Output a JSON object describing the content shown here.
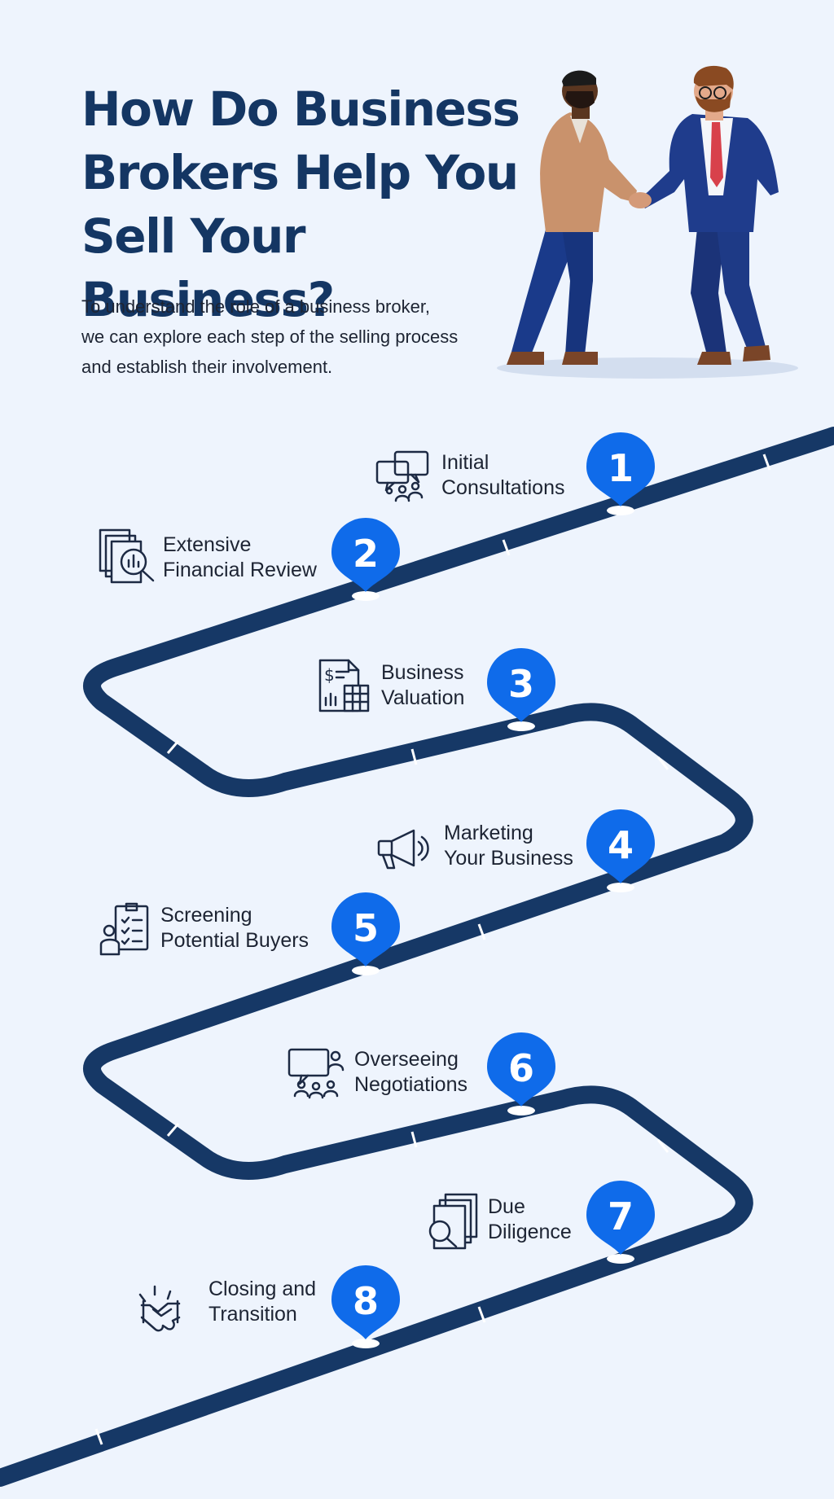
{
  "header": {
    "title_lines": [
      "How Do Business",
      "Brokers Help You",
      "Sell Your Business?"
    ],
    "intro_lines": [
      "To understand the role of a business broker,",
      "we can explore each step of the selling process",
      "and establish their involvement."
    ]
  },
  "illustration": {
    "icon": "handshake-illustration"
  },
  "colors": {
    "title": "#143663",
    "road": "#163866",
    "marker": "#0f6bea",
    "background": "#eef4fd",
    "icon_stroke": "#1d2a44"
  },
  "steps": [
    {
      "number": "1",
      "line1": "Initial",
      "line2": "Consultations",
      "icon": "consultation-chat-icon"
    },
    {
      "number": "2",
      "line1": "Extensive",
      "line2": "Financial Review",
      "icon": "financial-review-icon"
    },
    {
      "number": "3",
      "line1": "Business",
      "line2": "Valuation",
      "icon": "valuation-calculator-icon"
    },
    {
      "number": "4",
      "line1": "Marketing",
      "line2": "Your Business",
      "icon": "megaphone-icon"
    },
    {
      "number": "5",
      "line1": "Screening",
      "line2": "Potential Buyers",
      "icon": "checklist-icon"
    },
    {
      "number": "6",
      "line1": "Overseeing",
      "line2": "Negotiations",
      "icon": "negotiation-icon"
    },
    {
      "number": "7",
      "line1": "Due",
      "line2": "Diligence",
      "icon": "documents-search-icon"
    },
    {
      "number": "8",
      "line1": "Closing and",
      "line2": "Transition",
      "icon": "handshake-icon"
    }
  ]
}
